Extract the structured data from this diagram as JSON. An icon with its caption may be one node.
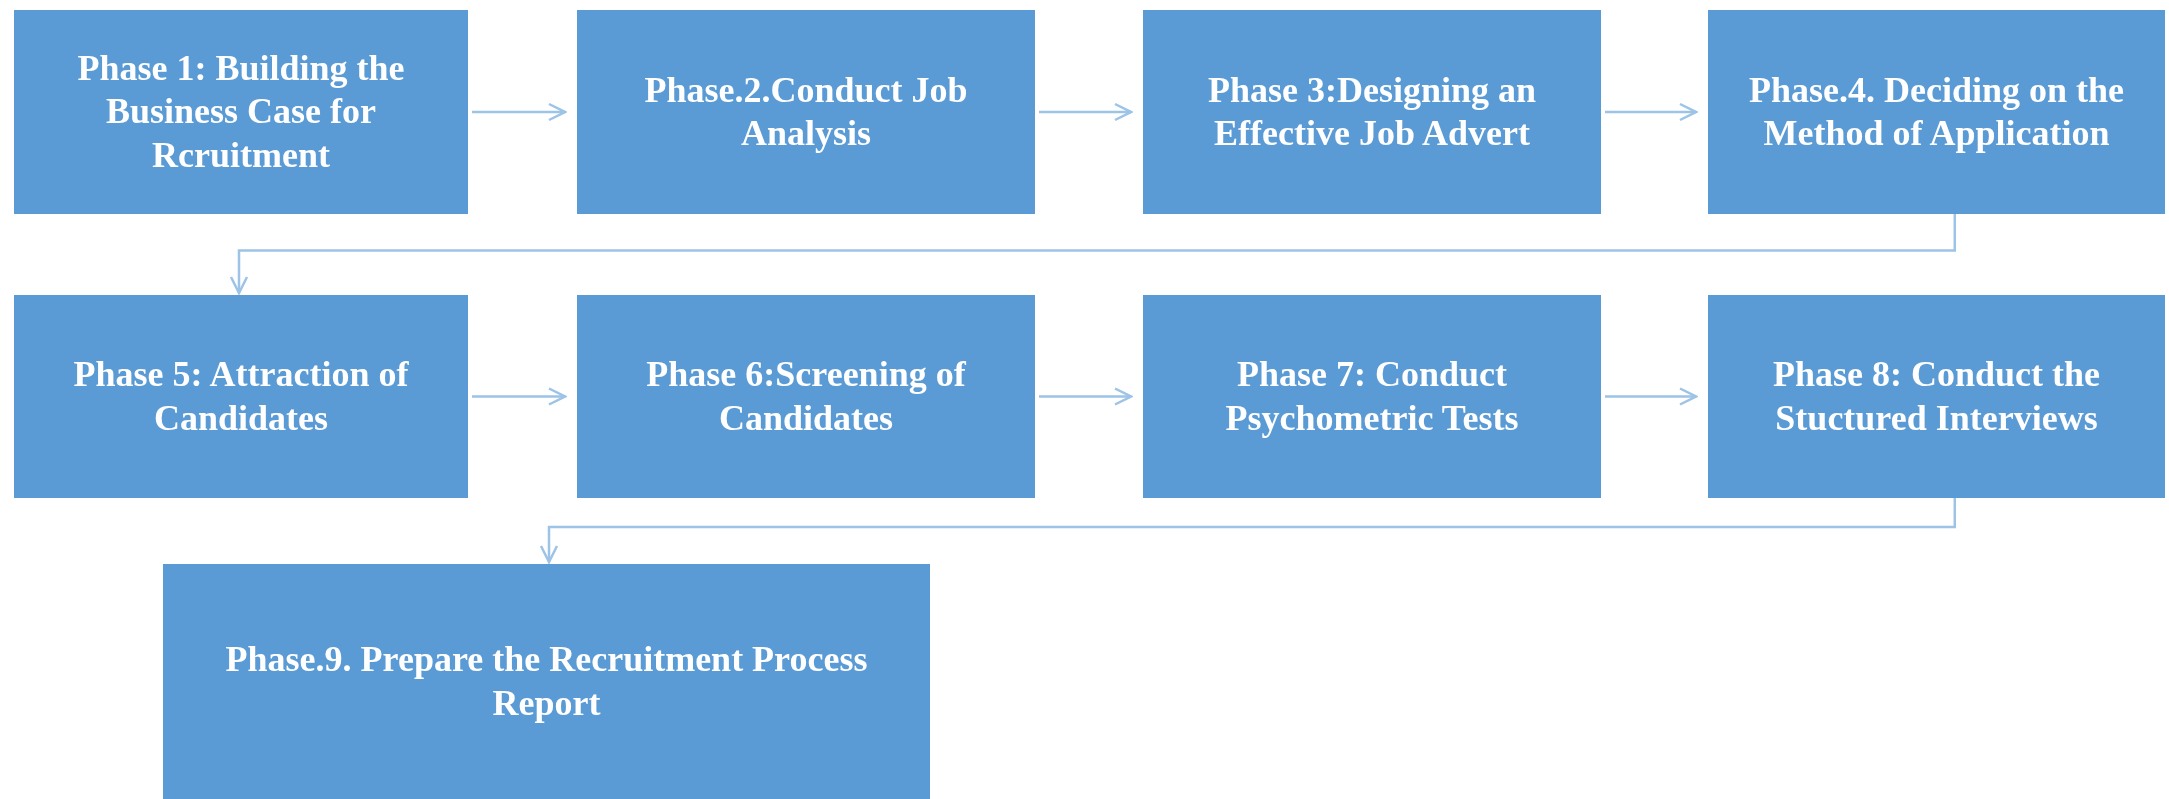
{
  "diagram": {
    "nodes": [
      {
        "text": [
          "Phase 1: Building the Business Case for Rcruitment"
        ]
      },
      {
        "text": [
          "Phase.2.Conduct Job Analysis"
        ]
      },
      {
        "text": [
          "Phase 3:Designing an Effective Job Advert"
        ]
      },
      {
        "text": [
          "Phase.4. Deciding on the Method of Application"
        ]
      },
      {
        "text": [
          "Phase 5: Attraction of Candidates"
        ]
      },
      {
        "text": [
          "Phase 6:Screening of Candidates"
        ]
      },
      {
        "text": [
          "Phase 7: Conduct Psychometric Tests"
        ]
      },
      {
        "text": [
          "Phase 8: Conduct the Stuctured Interviews"
        ]
      },
      {
        "text": [
          "Phase.9. Prepare the Recruitment Process Report"
        ]
      }
    ],
    "edges": [
      {
        "from": 0,
        "to": 1,
        "arrow": "to"
      },
      {
        "from": 1,
        "to": 2,
        "arrow": "to"
      },
      {
        "from": 2,
        "to": 3,
        "arrow": "to"
      },
      {
        "from": 3,
        "to": 4,
        "arrow": "to"
      },
      {
        "from": 4,
        "to": 5,
        "arrow": "to"
      },
      {
        "from": 5,
        "to": 6,
        "arrow": "to"
      },
      {
        "from": 6,
        "to": 7,
        "arrow": "to"
      },
      {
        "from": 7,
        "to": 8,
        "arrow": "to"
      }
    ]
  }
}
